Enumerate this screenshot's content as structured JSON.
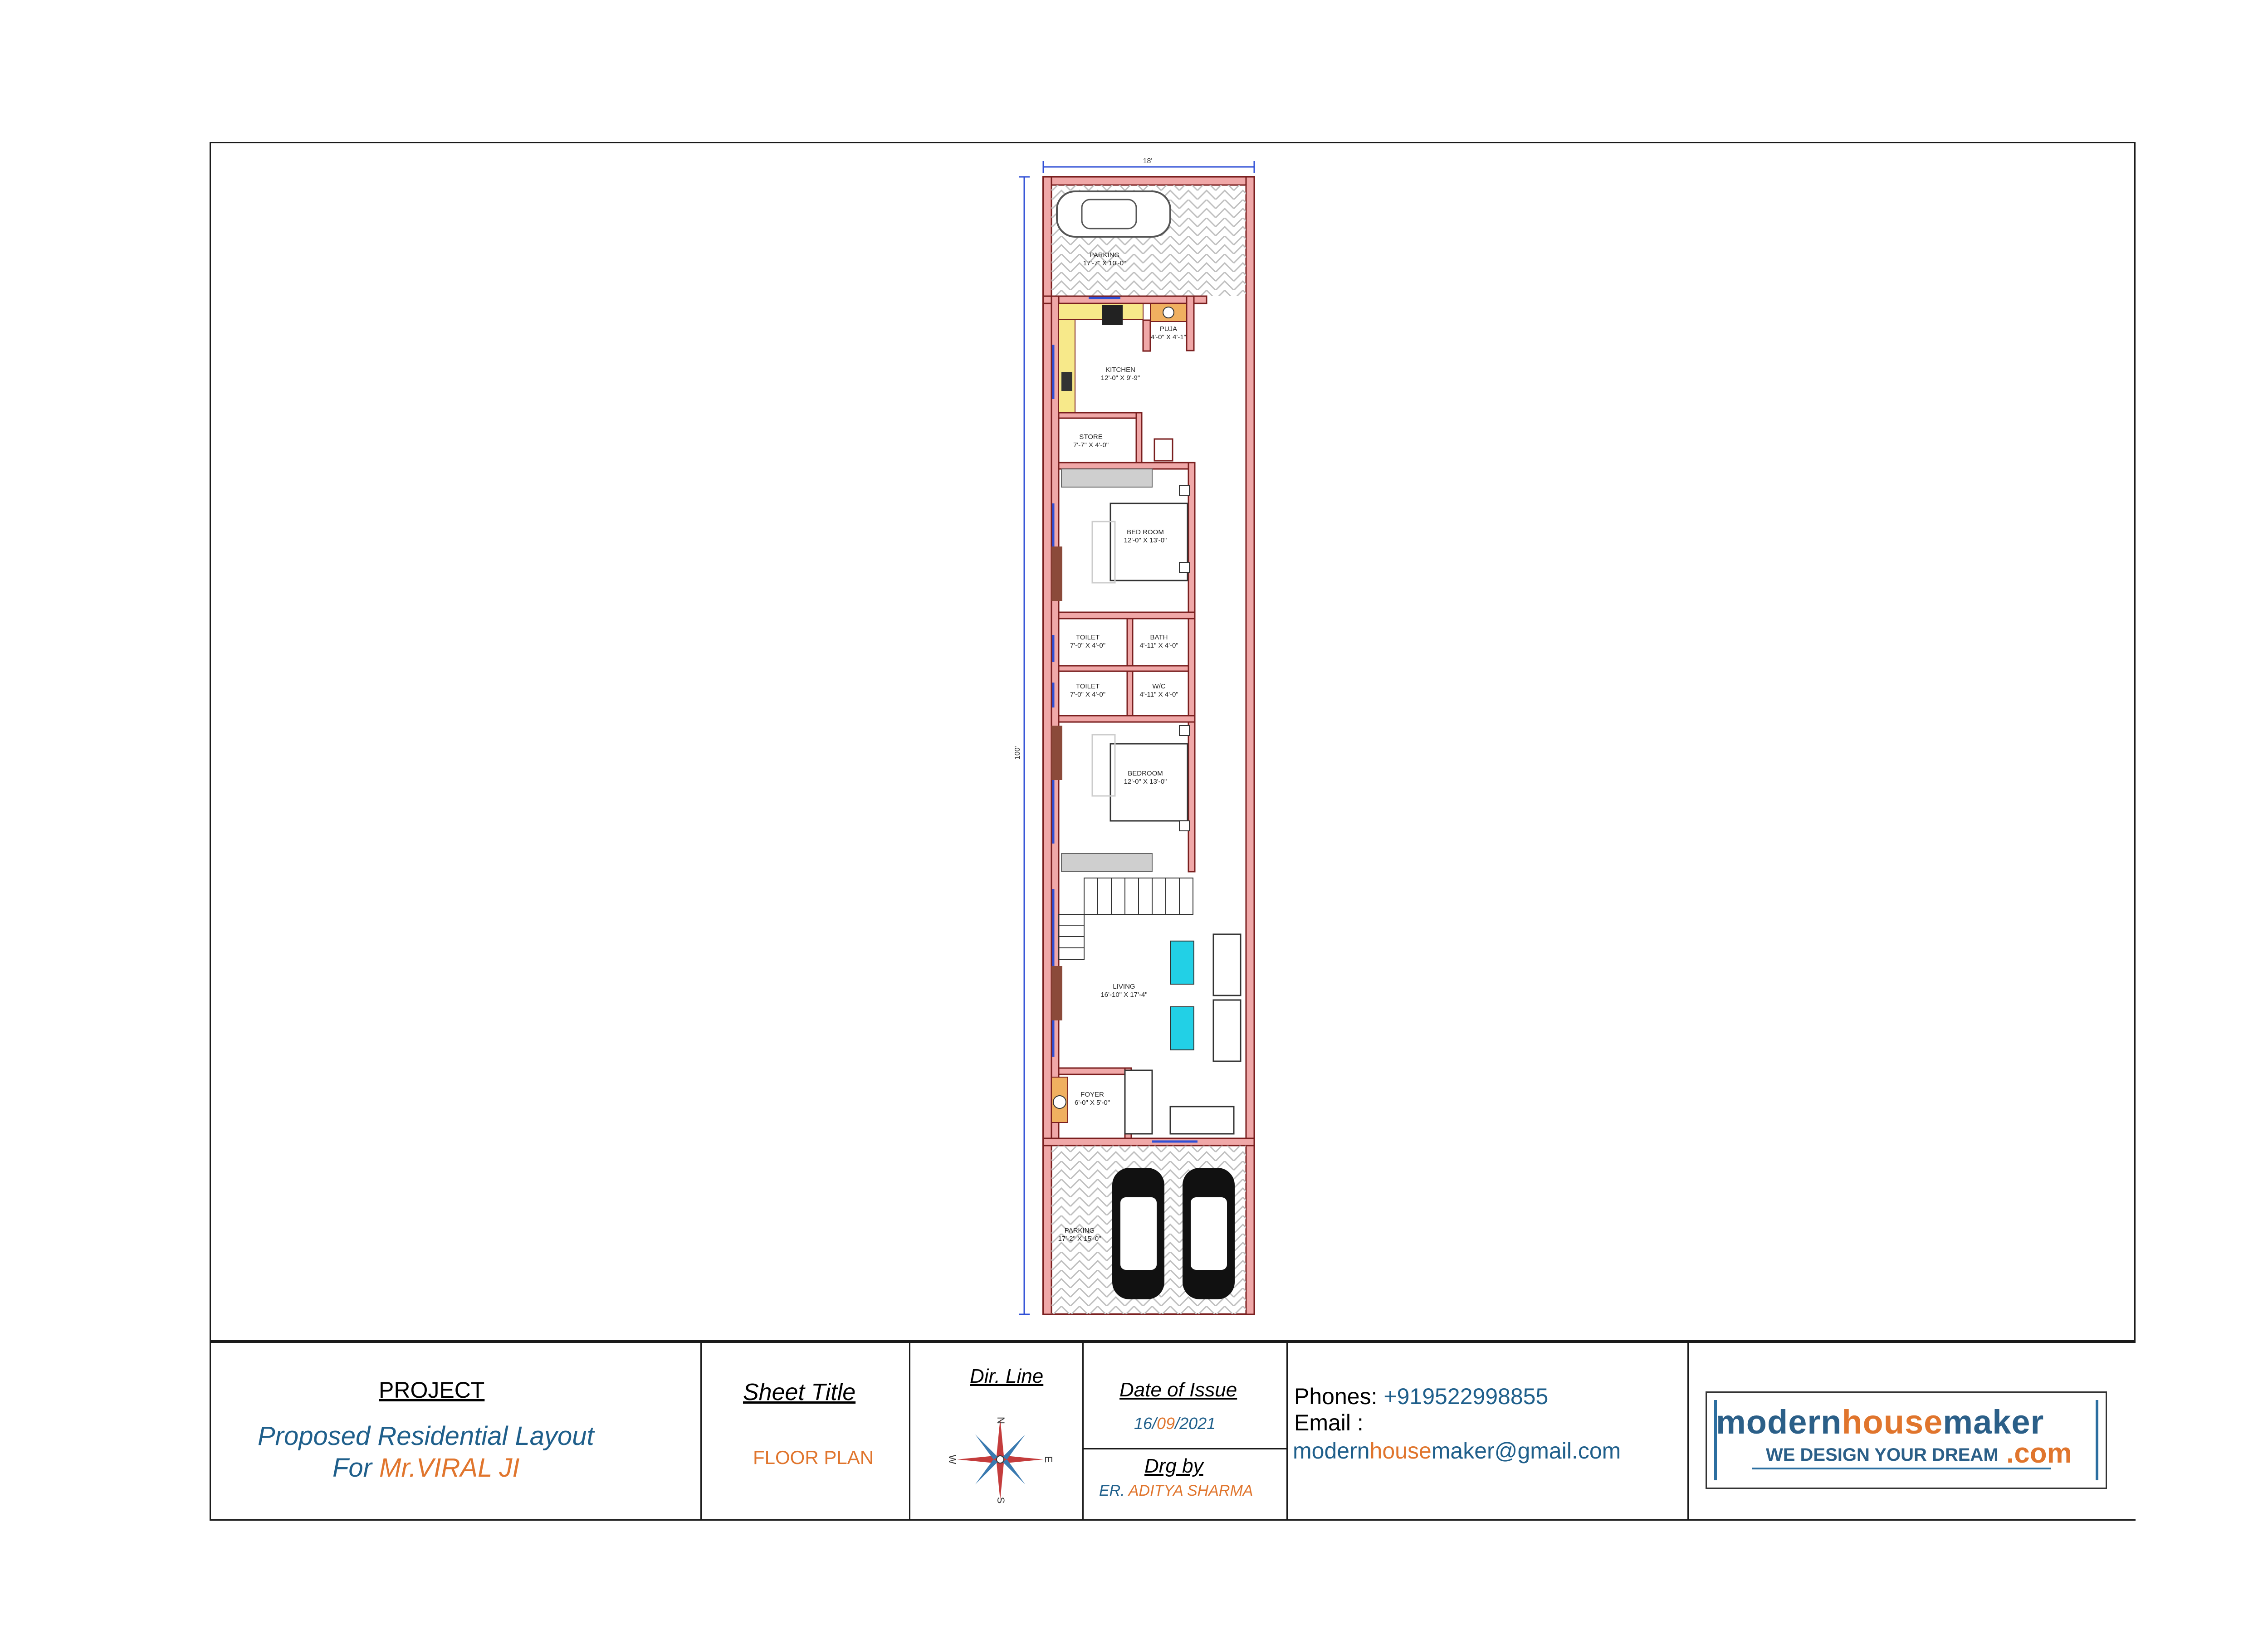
{
  "plan": {
    "plot_width_dim": "18'",
    "plot_length_dim": "100'",
    "rooms": [
      {
        "name": "PARKING",
        "dim": "17'-7\" X 10'-0\""
      },
      {
        "name": "PUJA",
        "dim": "4'-0\" X 4'-1\""
      },
      {
        "name": "KITCHEN",
        "dim": "12'-0\" X 9'-9\""
      },
      {
        "name": "STORE",
        "dim": "7'-7\" X 4'-0\""
      },
      {
        "name": "BED ROOM",
        "dim": "12'-0\" X 13'-0\""
      },
      {
        "name": "TOILET",
        "dim": "7'-0\" X 4'-0\""
      },
      {
        "name": "BATH",
        "dim": "4'-11\" X 4'-0\""
      },
      {
        "name": "TOILET",
        "dim": "7'-0\" X 4'-0\""
      },
      {
        "name": "W/C",
        "dim": "4'-11\" X 4'-0\""
      },
      {
        "name": "BEDROOM",
        "dim": "12'-0\" X 13'-0\""
      },
      {
        "name": "LIVING",
        "dim": "16'-10\" X 17'-4\""
      },
      {
        "name": "FOYER",
        "dim": "6'-0\" X 5'-0\""
      },
      {
        "name": "PARKING",
        "dim": "17'-2\" X 15'-0\""
      }
    ]
  },
  "title_block": {
    "project_heading": "PROJECT",
    "project_line1": "Proposed Residential Layout",
    "project_line2_prefix": "For ",
    "project_line2_name": "Mr.VIRAL JI",
    "sheet_title_heading": "Sheet Title",
    "sheet_title_value": "FLOOR PLAN",
    "dir_line_heading": "Dir. Line",
    "compass": {
      "n": "N",
      "s": "S",
      "e": "E",
      "w": "W"
    },
    "date_heading": "Date of Issue",
    "date_day": "16/",
    "date_month": "09",
    "date_year": "/2021",
    "drg_heading": "Drg by",
    "drg_prefix": "ER. ",
    "drg_name": "ADITYA SHARMA",
    "phone_label": "Phones:  ",
    "phone_number": "+919522998855",
    "email_label": "Email :",
    "email_part1": "modern",
    "email_part2": "house",
    "email_part3": "maker@gmail.com"
  },
  "logo": {
    "word1": "modern",
    "word2": "house",
    "word3": "maker",
    "tagline": "WE DESIGN YOUR DREAM",
    "tld": ".com"
  },
  "colors": {
    "wall": "#f0a8a8",
    "wall_stroke": "#7a1f1f",
    "window": "#2f4fd6",
    "accent_orange": "#e0752d",
    "accent_blue": "#1f5f8b",
    "kitchen_counter": "#f7e98a",
    "water_blue": "#22d0e6"
  }
}
